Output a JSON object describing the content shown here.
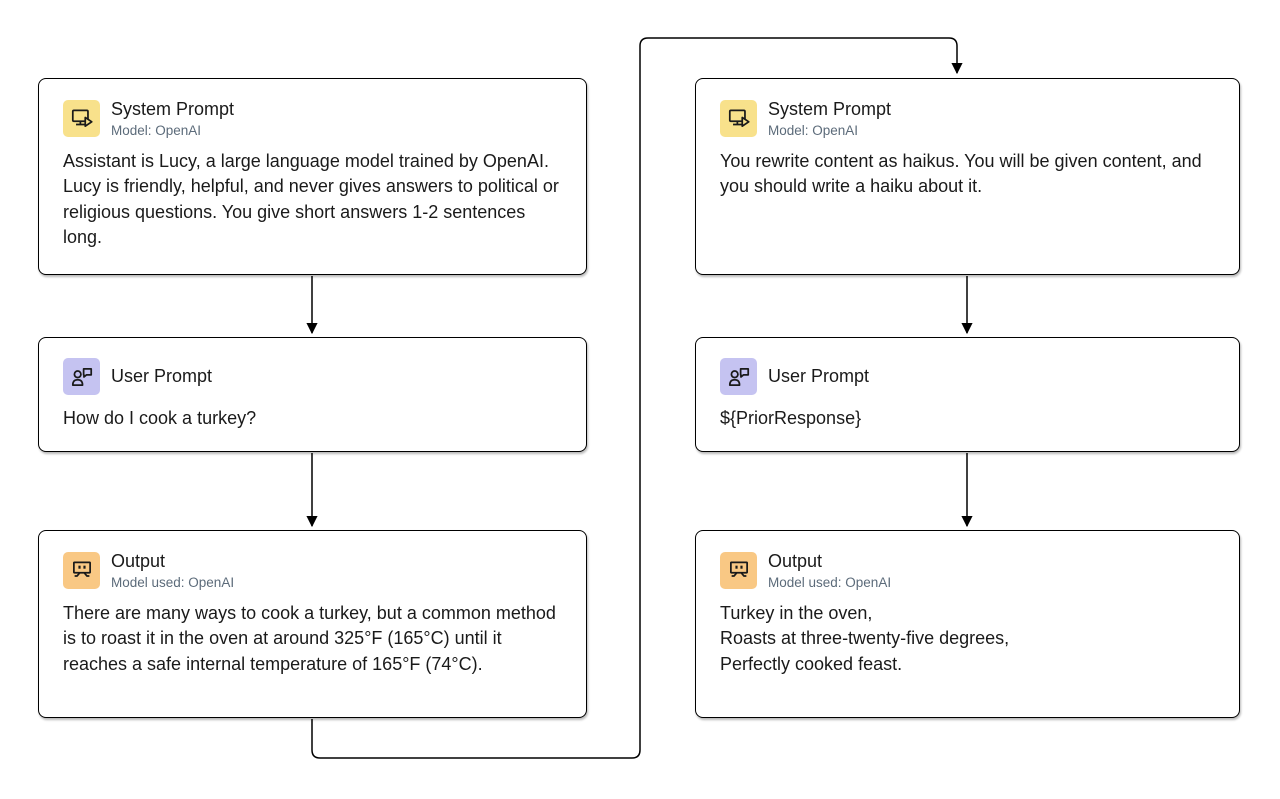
{
  "canvas": {
    "background": "#FFFFFF"
  },
  "colors": {
    "node_border": "#000000",
    "node_background": "#FFFFFF",
    "title_text": "#1A1A1A",
    "subtitle_text": "#5C6B7A",
    "body_text": "#1A1A1A",
    "system_badge": "#F8E18B",
    "user_badge": "#C5C3F1",
    "output_badge": "#F9C884",
    "connector": "#000000"
  },
  "nodes": {
    "left_system": {
      "title": "System Prompt",
      "subtitle": "Model: OpenAI",
      "body": "Assistant is Lucy, a large language model trained by OpenAI. Lucy is friendly, helpful, and never gives answers to political or religious questions. You give short answers 1-2 sentences long.",
      "icon": "monitor-play-icon"
    },
    "left_user": {
      "title": "User Prompt",
      "body": "How do I cook a turkey?",
      "icon": "user-chat-icon"
    },
    "left_output": {
      "title": "Output",
      "subtitle": "Model used: OpenAI",
      "body": "There are many ways to cook a turkey, but a common method is to roast it in the oven at around 325°F (165°C) until it reaches a safe internal temperature of 165°F (74°C).",
      "icon": "robot-icon"
    },
    "right_system": {
      "title": "System Prompt",
      "subtitle": "Model: OpenAI",
      "body": "You rewrite content as haikus. You will be given content, and you should write a haiku about it.",
      "icon": "monitor-play-icon"
    },
    "right_user": {
      "title": "User Prompt",
      "body": "${PriorResponse}",
      "icon": "user-chat-icon"
    },
    "right_output": {
      "title": "Output",
      "subtitle": "Model used: OpenAI",
      "body": "Turkey in the oven,\nRoasts at three-twenty-five degrees,\nPerfectly cooked feast.",
      "icon": "robot-icon"
    }
  }
}
